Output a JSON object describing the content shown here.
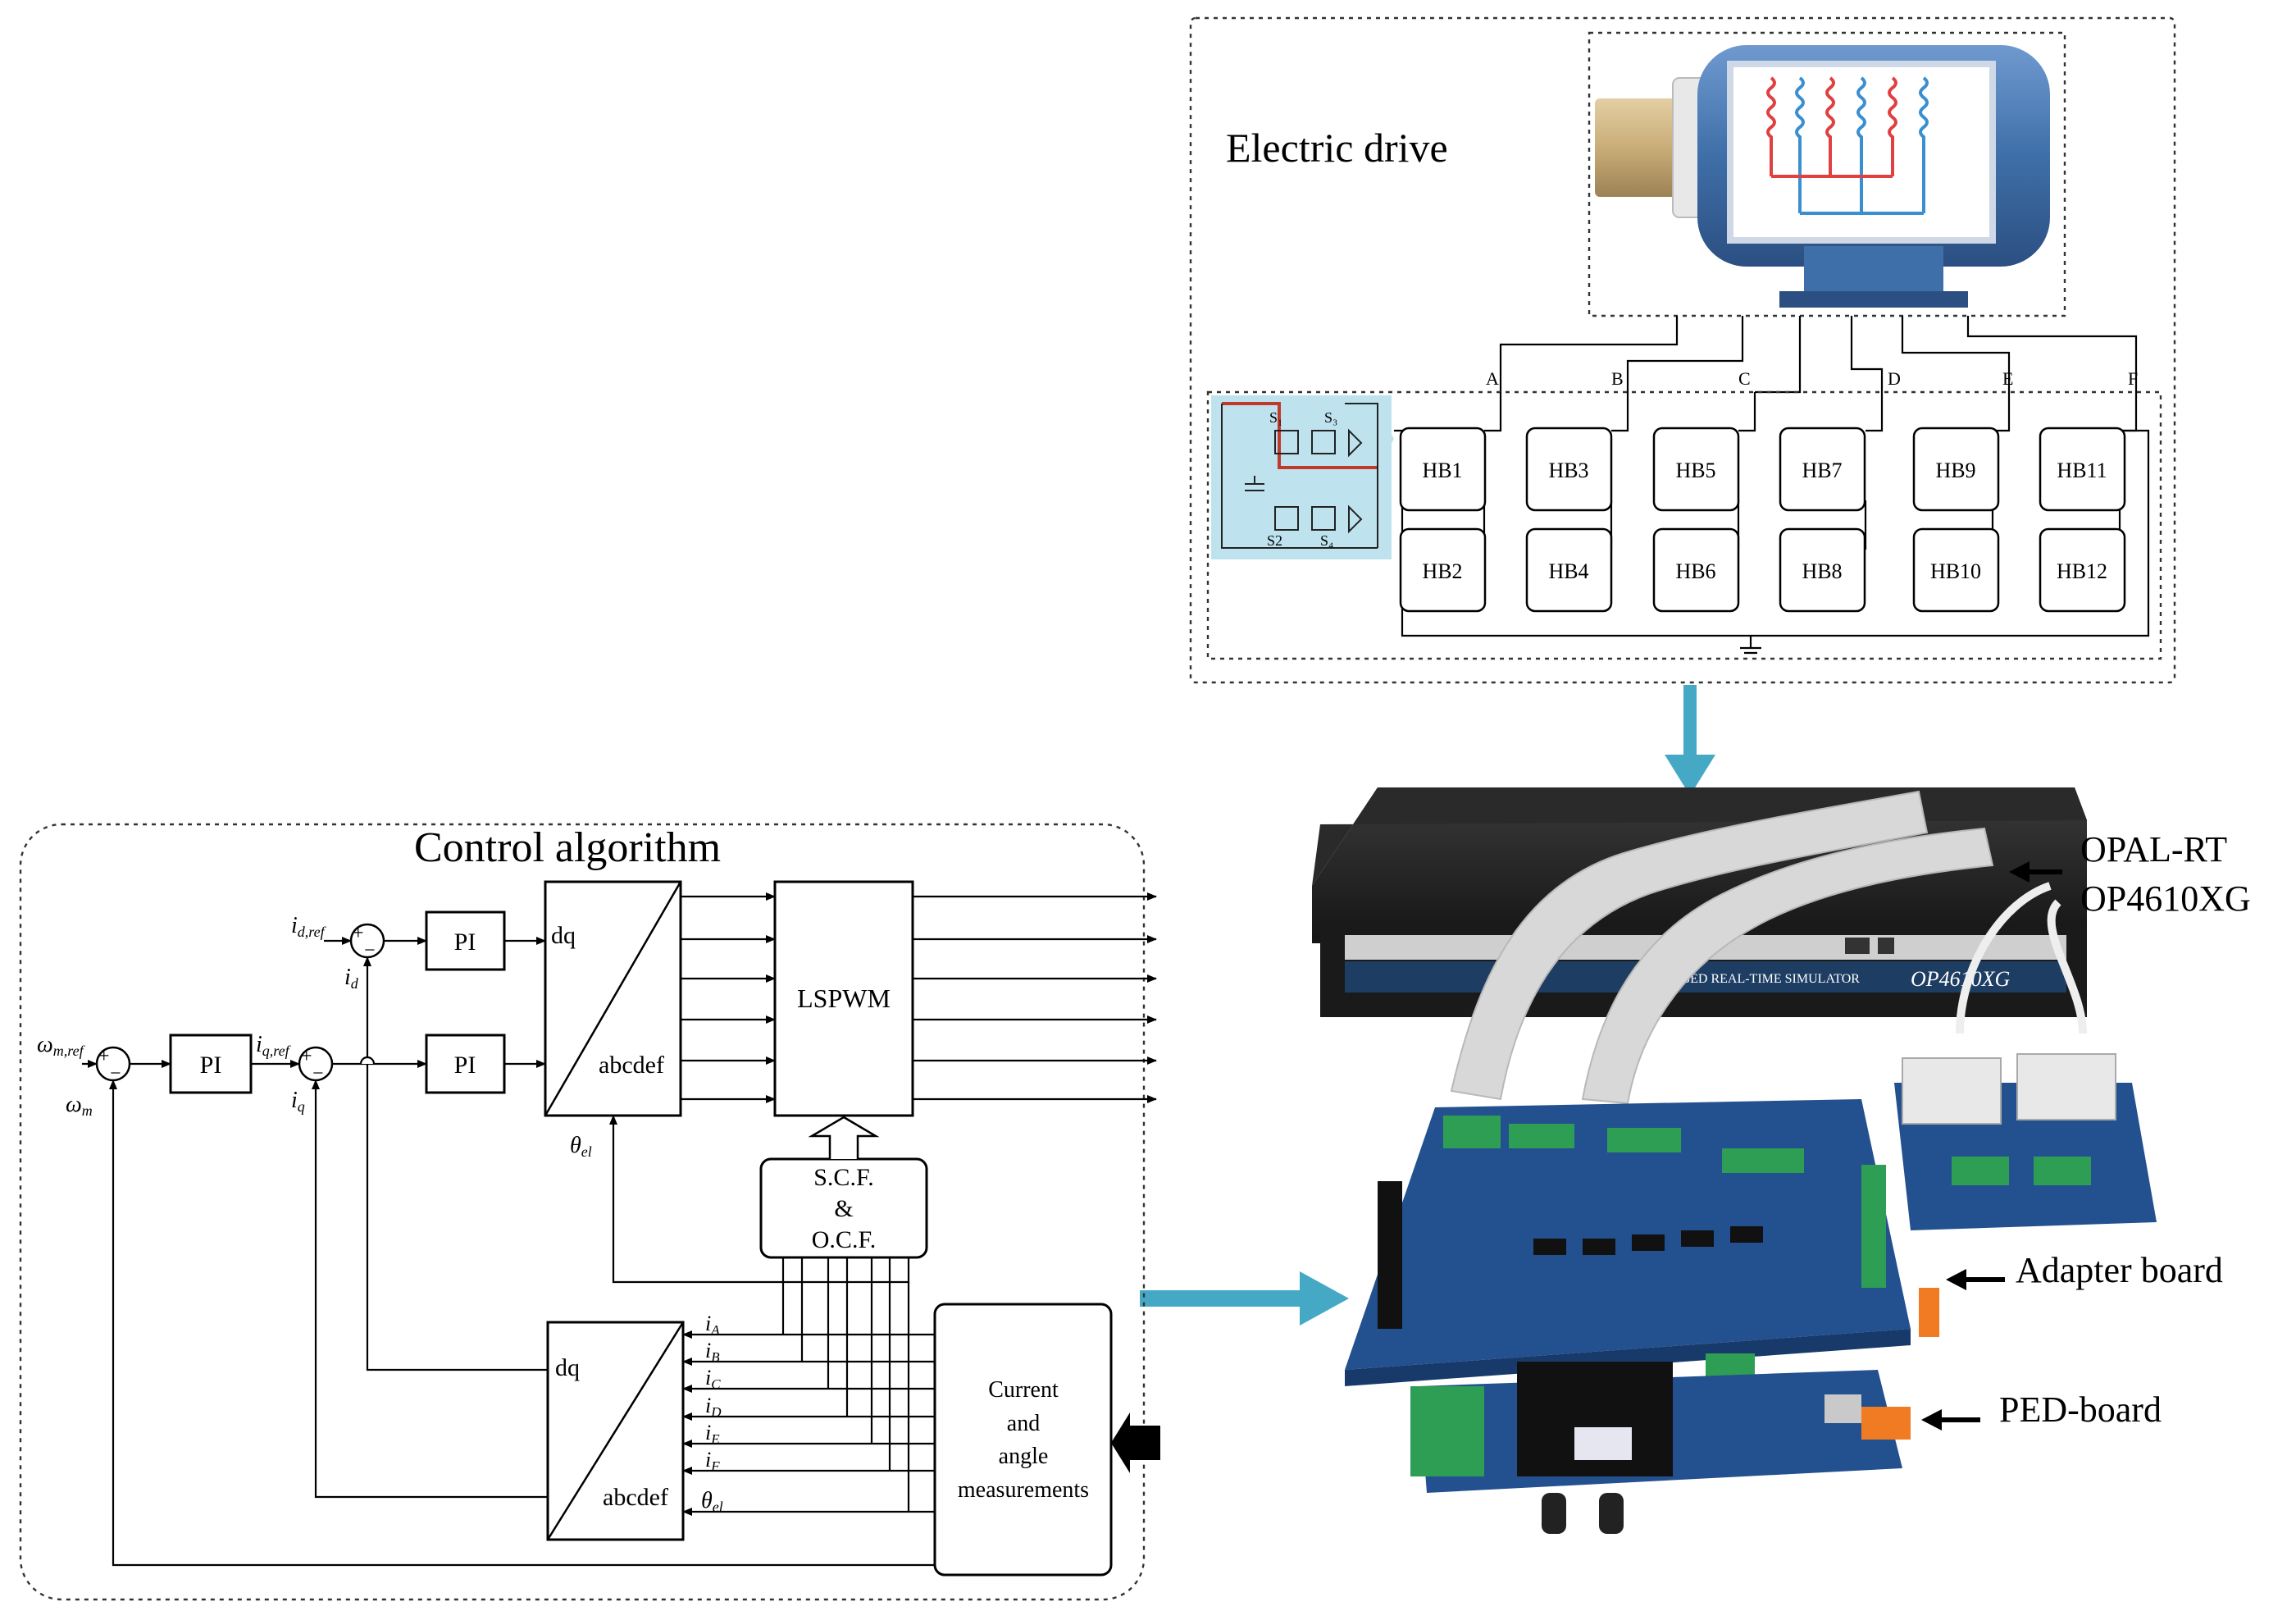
{
  "electric_drive": {
    "title": "Electric drive",
    "phase_labels": [
      "A",
      "B",
      "C",
      "D",
      "E",
      "F"
    ],
    "half_bridges_top": [
      "HB1",
      "HB3",
      "HB5",
      "HB7",
      "HB9",
      "HB11"
    ],
    "half_bridges_bottom": [
      "HB2",
      "HB4",
      "HB6",
      "HB8",
      "HB10",
      "HB12"
    ],
    "switch_labels": [
      "S₁",
      "S₃",
      "S2",
      "S₄"
    ]
  },
  "hardware": {
    "label_opal_line1": "OPAL-RT",
    "label_opal_line2": "OP4610XG",
    "label_adapter": "Adapter board",
    "label_ped": "PED-board",
    "simulator_text": "OP4610XG",
    "simulator_banner": "BASED REAL-TIME SIMULATOR"
  },
  "control": {
    "title": "Control algorithm",
    "pi_labels": [
      "PI",
      "PI",
      "PI"
    ],
    "dq_label": "dq",
    "abcdef_label": "abcdef",
    "lspwm_label": "LSPWM",
    "fault_block": [
      "S.C.F.",
      "&",
      "O.C.F."
    ],
    "meas_block": [
      "Current",
      "and",
      "angle",
      "measurements"
    ],
    "signals": {
      "id_ref": "i",
      "id_ref_sub": "d,ref",
      "id": "i",
      "id_sub": "d",
      "iq_ref": "i",
      "iq_ref_sub": "q,ref",
      "iq": "i",
      "iq_sub": "q",
      "wm_ref": "ω",
      "wm_ref_sub": "m,ref",
      "wm": "ω",
      "wm_sub": "m",
      "theta": "θ",
      "theta_sub": "el"
    },
    "phase_currents": [
      "A",
      "B",
      "C",
      "D",
      "E",
      "F"
    ],
    "sum_plus": "+",
    "sum_minus": "−"
  },
  "colors": {
    "arrow_blue": "#45a9c6",
    "motor_blue": "#3f6fa8",
    "coil_red": "#e04040",
    "coil_blue": "#3a8fd0",
    "inverter_bg": "#bfe3ee",
    "pcb_blue": "#23508f",
    "terminal_green": "#2e9e55"
  }
}
